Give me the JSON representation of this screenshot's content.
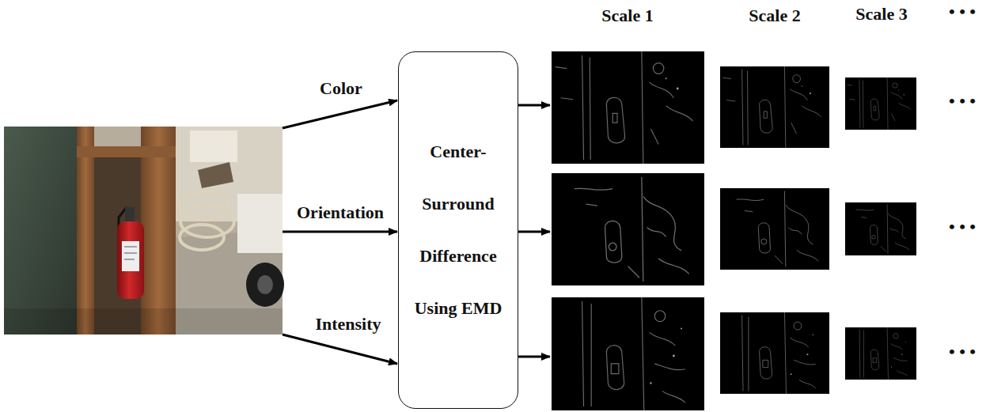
{
  "diagram": {
    "nodes": [
      {
        "text": [
          "Center- Surround Difference Using EMD"
        ]
      }
    ],
    "labels": [
      "Scale 1",
      "Scale 2",
      "Scale 3",
      "• • •",
      "Color",
      "Orientation",
      "Intensity",
      "• • •",
      "• • •",
      "• • •"
    ]
  }
}
